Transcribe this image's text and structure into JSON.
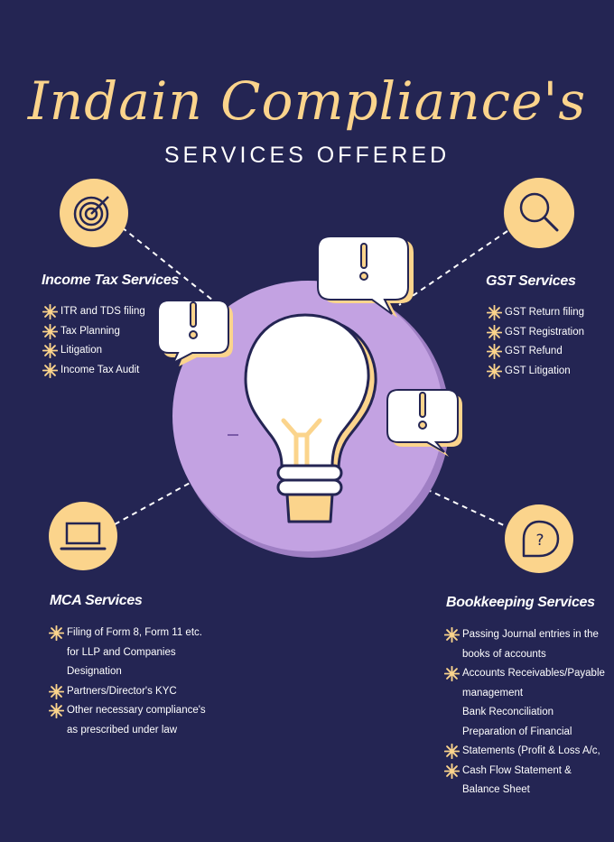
{
  "title": "Indain Compliance's",
  "subtitle": "SERVICES OFFERED",
  "colors": {
    "background": "#242553",
    "accent": "#fbd48c",
    "circle": "#c09ee0"
  },
  "sections": {
    "income_tax": {
      "heading": "Income Tax Services",
      "icon": "target-icon",
      "items": [
        "ITR and TDS filing",
        "Tax Planning",
        "Litigation",
        "Income Tax Audit"
      ]
    },
    "gst": {
      "heading": "GST Services",
      "icon": "magnifier-icon",
      "items": [
        "GST Return filing",
        "GST Registration",
        "GST Refund",
        "GST Litigation"
      ]
    },
    "mca": {
      "heading": "MCA Services",
      "icon": "laptop-icon",
      "items": [
        {
          "text": "Filing of Form 8, Form 11 etc.",
          "bullet": true
        },
        {
          "text": "for LLP and Companies",
          "bullet": false
        },
        {
          "text": "Designation",
          "bullet": false
        },
        {
          "text": "Partners/Director's KYC",
          "bullet": true
        },
        {
          "text": "Other necessary compliance's",
          "bullet": true
        },
        {
          "text": "as prescribed under law",
          "bullet": false
        }
      ]
    },
    "bookkeeping": {
      "heading": "Bookkeeping Services",
      "icon": "question-bubble-icon",
      "items": [
        {
          "text": "Passing Journal entries in the",
          "bullet": true
        },
        {
          "text": "books of accounts",
          "bullet": false
        },
        {
          "text": "Accounts Receivables/Payable",
          "bullet": true
        },
        {
          "text": "management",
          "bullet": false
        },
        {
          "text": "Bank Reconciliation",
          "bullet": false
        },
        {
          "text": "Preparation of Financial",
          "bullet": false
        },
        {
          "text": "Statements (Profit & Loss A/c,",
          "bullet": true
        },
        {
          "text": "Cash Flow Statement &",
          "bullet": true
        },
        {
          "text": "Balance Sheet",
          "bullet": false
        }
      ]
    }
  }
}
